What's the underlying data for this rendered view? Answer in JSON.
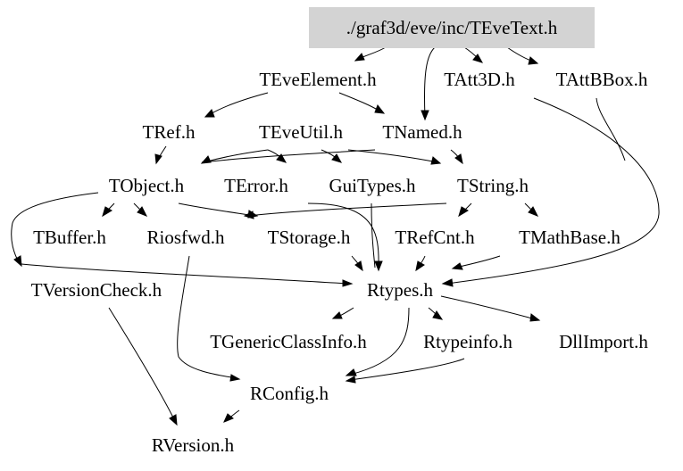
{
  "graph": {
    "root": "./graf3d/eve/inc/TEveText.h",
    "nodes": {
      "teveelement": "TEveElement.h",
      "tatt3d": "TAtt3D.h",
      "tattbbox": "TAttBBox.h",
      "tref": "TRef.h",
      "teveutil": "TEveUtil.h",
      "tnamed": "TNamed.h",
      "tobject": "TObject.h",
      "terror": "TError.h",
      "guitypes": "GuiTypes.h",
      "tstring": "TString.h",
      "tbuffer": "TBuffer.h",
      "riosfwd": "Riosfwd.h",
      "tstorage": "TStorage.h",
      "trefcnt": "TRefCnt.h",
      "tmathbase": "TMathBase.h",
      "tversioncheck": "TVersionCheck.h",
      "rtypes": "Rtypes.h",
      "tgenericclassinfo": "TGenericClassInfo.h",
      "rtypeinfo": "Rtypeinfo.h",
      "dllimport": "DllImport.h",
      "rconfig": "RConfig.h",
      "rversion": "RVersion.h"
    },
    "colors": {
      "root_fill": "#d3d3d3",
      "edge": "#000000",
      "text": "#000000"
    }
  }
}
